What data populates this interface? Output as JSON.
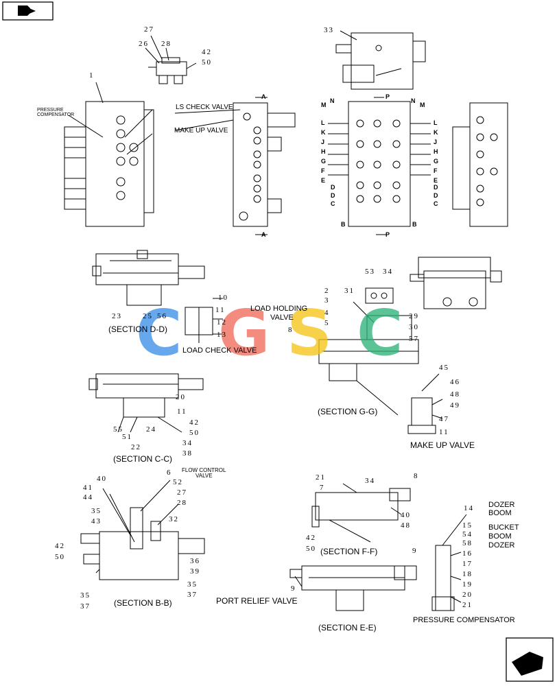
{
  "labels": {
    "ls_check_valve": "LS CHECK VALVE",
    "make_up_valve_top": "MAKE UP VALVE",
    "pressure_compensator_top_1": "PRESSURE",
    "pressure_compensator_top_2": "COMPENSATOR",
    "load_holding_1": "LOAD HOLDING",
    "load_holding_2": "VALVE",
    "load_check_valve": "LOAD CHECK VALVE",
    "make_up_valve": "MAKE UP VALVE",
    "flow_control_1": "FLOW CONTROL",
    "flow_control_2": "VALVE",
    "port_relief_valve": "PORT RELIEF VALVE",
    "pressure_compensator": "PRESSURE COMPENSATOR",
    "dozer_boom_1": "DOZER",
    "dozer_boom_2": "BOOM",
    "bucket_1": "BUCKET",
    "bucket_2": "BOOM",
    "bucket_3": "DOZER"
  },
  "sections": {
    "dd": "(SECTION D-D)",
    "cc": "(SECTION C-C)",
    "gg": "(SECTION G-G)",
    "bb": "(SECTION B-B)",
    "ff": "(SECTION F-F)",
    "ee": "(SECTION E-E)"
  },
  "callouts": {
    "n27": "27",
    "n26": "26",
    "n28a": "28",
    "n42a": "42",
    "n50a": "50",
    "n1": "1",
    "n33": "33",
    "n53": "53",
    "n34a": "34",
    "n10": "10",
    "n11a": "11",
    "n12": "12",
    "n13": "13",
    "n23": "23",
    "n25": "25",
    "n56": "56",
    "n2": "2",
    "n3": "3",
    "n4": "4",
    "n5": "5",
    "n31": "31",
    "n29": "29",
    "n30": "30",
    "n57": "57",
    "n8a": "8",
    "n45": "45",
    "n46": "46",
    "n48a": "48",
    "n49": "49",
    "n47": "47",
    "n11b": "11",
    "n20a": "20",
    "n11c": "11",
    "n42b": "42",
    "n50b": "50",
    "n55": "55",
    "n51": "51",
    "n22": "22",
    "n24": "24",
    "n34b": "34",
    "n38": "38",
    "n6": "6",
    "n52": "52",
    "n27b": "27",
    "n28b": "28",
    "n32": "32",
    "n41": "41",
    "n44": "44",
    "n40a": "40",
    "n35a": "35",
    "n43": "43",
    "n42c": "42",
    "n50c": "50",
    "n36": "36",
    "n39": "39",
    "n35b": "35",
    "n37a": "37",
    "n35c": "35",
    "n37b": "37",
    "n21a": "21",
    "n7": "7",
    "n34c": "34",
    "n8b": "8",
    "n40b": "40",
    "n48b": "48",
    "n42d": "42",
    "n50d": "50",
    "n9a": "9",
    "n9b": "9",
    "n14": "14",
    "n15": "15",
    "n54": "54",
    "n58": "58",
    "n16": "16",
    "n17": "17",
    "n18": "18",
    "n19": "19",
    "n20b": "20",
    "n21b": "21"
  },
  "view_markers": {
    "a_top": "A",
    "a_bot": "A",
    "p_top": "P",
    "p_bot": "P",
    "m_left": "M",
    "n_left": "N",
    "n_right": "N",
    "m_right": "M",
    "b_left": "B",
    "b_right": "B"
  },
  "spool_letters_left": [
    "L",
    "K",
    "J",
    "H",
    "G",
    "F",
    "E",
    "D",
    "D",
    "C"
  ],
  "spool_letters_right": [
    "L",
    "K",
    "J",
    "H",
    "G",
    "F",
    "E",
    "D",
    "D",
    "C"
  ],
  "watermark": {
    "c1": "C",
    "g": "G",
    "s": "S",
    "c2": "C"
  },
  "colors": {
    "watermark_blue": "#3d8fe6",
    "watermark_red": "#f06c5c",
    "watermark_yellow": "#f5c518",
    "watermark_green": "#2fb37a"
  },
  "icons": {
    "top_nav": "prev-page-arrow-icon",
    "bottom_nav": "next-page-arrow-icon"
  }
}
